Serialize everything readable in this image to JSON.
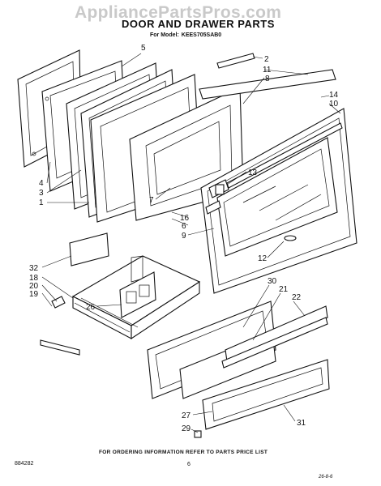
{
  "header": {
    "watermark": "AppliancePartsPros.com",
    "title": "DOOR AND DRAWER PARTS",
    "model_prefix": "For Model:",
    "model_number": "KEES705SAB0"
  },
  "callouts": [
    "5",
    "2",
    "11",
    "8",
    "14",
    "10",
    "4",
    "3",
    "1",
    "7",
    "13",
    "16",
    "6",
    "9",
    "12",
    "32",
    "18",
    "20",
    "19",
    "26",
    "30",
    "21",
    "22",
    "27",
    "29",
    "31"
  ],
  "footer": {
    "ordering_note": "FOR ORDERING INFORMATION REFER TO PARTS PRICE LIST",
    "part_code": "884282",
    "page_number": "6",
    "date_mark": "26-8-6"
  }
}
